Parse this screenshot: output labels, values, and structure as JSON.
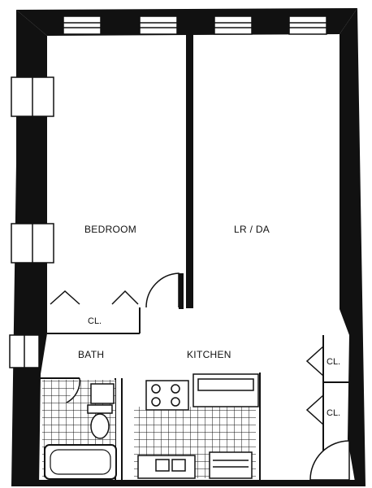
{
  "plan": {
    "rooms": {
      "bedroom": "BEDROOM",
      "living_dining": "LR / DA",
      "bath": "BATH",
      "kitchen": "KITCHEN"
    },
    "closets": {
      "bedroom_closet": "CL.",
      "closet_upper_right": "CL.",
      "closet_lower_right": "CL."
    }
  }
}
